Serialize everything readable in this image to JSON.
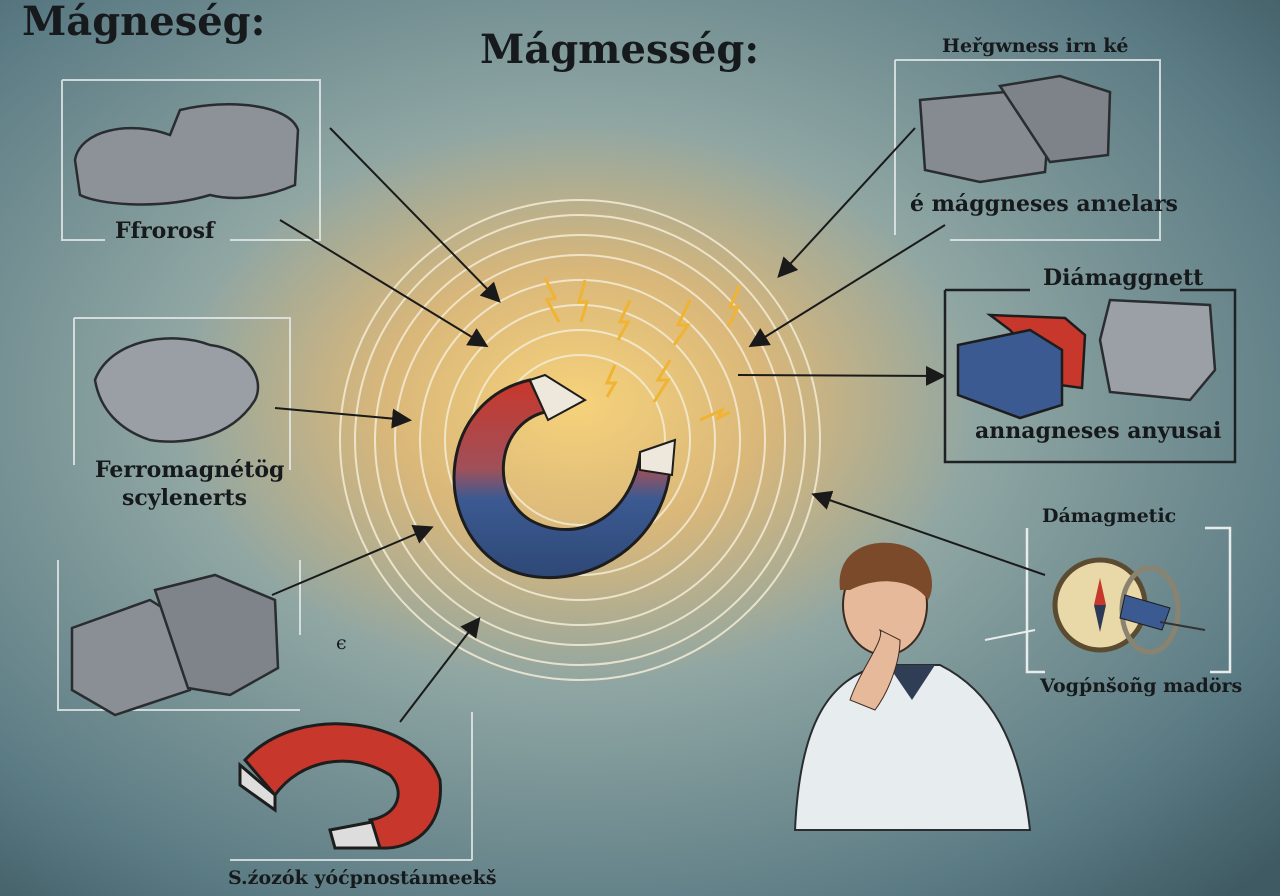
{
  "titles": {
    "corner": "Mágneség:",
    "center": "Mágmesség:"
  },
  "labels": {
    "top_left_rock": "Ffrorosf",
    "mid_left_line1": "Ferromagnétög",
    "mid_left_line2": "scylenerts",
    "top_right_heading": "Heřgwness irn ké",
    "top_right_caption": "é mággneses anɿelars",
    "right_heading": "Diámaggnett",
    "right_caption": "annagneses anyusai",
    "compass_heading": "Dámagmetic",
    "compass_caption": "Vogṕnšoñg madörs",
    "bottom_caption": "S.źozók yóćpnostáımeekš",
    "small_symbol": "ϵ"
  },
  "colors": {
    "background": "#5f7f87",
    "glow": "#f3c565",
    "magnet_red": "#c8372b",
    "magnet_blue": "#3c5a92",
    "rock": "#8a8f96"
  }
}
